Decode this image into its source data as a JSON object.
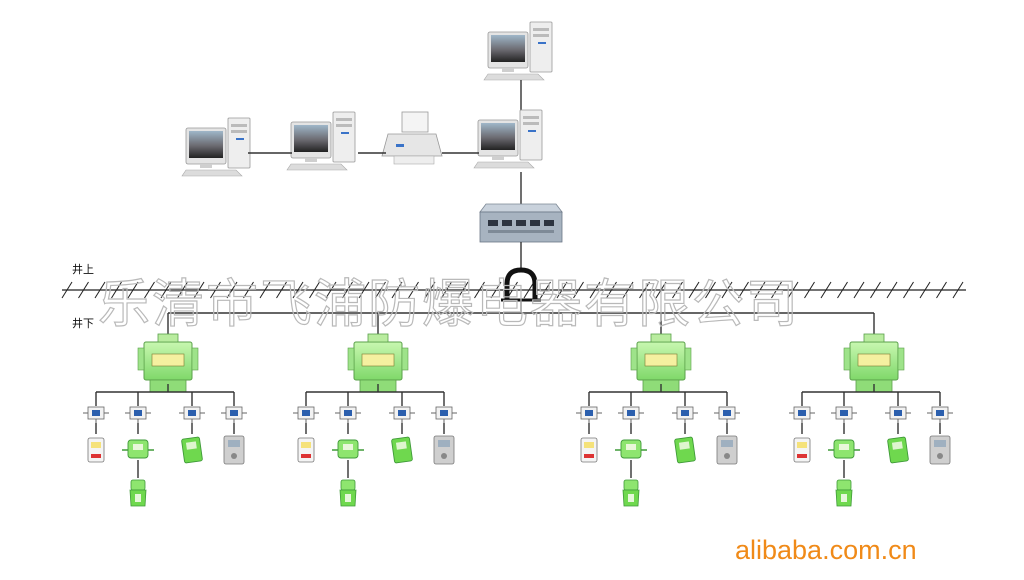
{
  "labels": {
    "above_ground": "井上",
    "underground": "井下"
  },
  "watermark": "乐清市飞浦防爆电器有限公司",
  "brand": "alibaba.com.cn",
  "colors": {
    "device_green": "#a8f08a",
    "device_dark_green": "#4fb84a",
    "sensor_gray": "#c9c9c9",
    "brand_orange": "#f08a18",
    "watermark_gray": "#b9b9b9"
  },
  "icons": {
    "workstation": "desktop-computer-icon",
    "printer": "printer-icon",
    "switch": "network-switch-icon",
    "substation": "explosion-proof-substation-icon",
    "sensor_node": "sensor-node-icon"
  }
}
